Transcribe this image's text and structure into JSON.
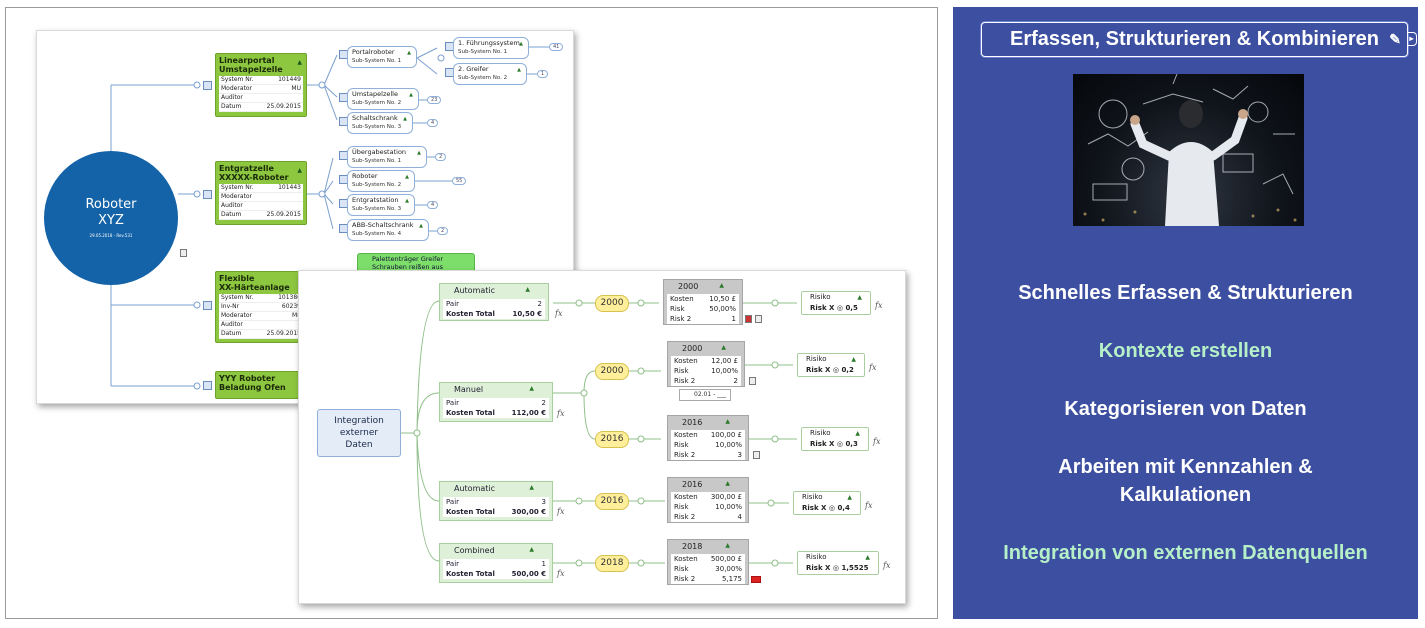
{
  "mindmap1": {
    "center": {
      "title_line1": "Roboter",
      "title_line2": "XYZ",
      "subtitle": "29.05.2018 - Rev.531"
    },
    "nodes": [
      {
        "title_line1": "Linearportal",
        "title_line2": "Umstapelzelle",
        "rows": [
          [
            "System Nr.",
            "101449"
          ],
          [
            "Moderator",
            "MU"
          ],
          [
            "Auditor",
            ""
          ],
          [
            "Datum",
            "25.09.2015"
          ]
        ]
      },
      {
        "title_line1": "Entgratzelle",
        "title_line2": "XXXXX-Roboter",
        "rows": [
          [
            "System Nr.",
            "101443"
          ],
          [
            "Moderator",
            ""
          ],
          [
            "Auditor",
            ""
          ],
          [
            "Datum",
            "25.09.2015"
          ]
        ]
      },
      {
        "title_line1": "Flexible",
        "title_line2": "XX-Härteanlage",
        "rows": [
          [
            "System Nr.",
            "101386"
          ],
          [
            "Inv-Nr",
            "60239"
          ],
          [
            "Moderator",
            "Mu"
          ],
          [
            "Auditor",
            ""
          ],
          [
            "Datum",
            "25.09.2015"
          ]
        ]
      },
      {
        "title_line1": "YYY Roboter",
        "title_line2": "Beladung Ofen",
        "rows": []
      }
    ],
    "subsystems": [
      {
        "name": "Portalroboter",
        "sub": "Sub-System No.  1"
      },
      {
        "name": "1. Führungssystem",
        "sub": "Sub-System No.  1"
      },
      {
        "name": "2. Greifer",
        "sub": "Sub-System No.  2"
      },
      {
        "name": "Umstapelzelle",
        "sub": "Sub-System No.  2"
      },
      {
        "name": "Schaltschrank",
        "sub": "Sub-System No.  3"
      },
      {
        "name": "Übergabestation",
        "sub": "Sub-System No.  1"
      },
      {
        "name": "Roboter",
        "sub": "Sub-System No.  2"
      },
      {
        "name": "Entgratstation",
        "sub": "Sub-System No.  3"
      },
      {
        "name": "ABB-Schaltschrank",
        "sub": "Sub-System No.  4"
      }
    ],
    "pills": [
      "41",
      "1",
      "23",
      "4",
      "2",
      "55",
      "4",
      "2"
    ],
    "note": {
      "line1": "Palettenträger Greifer",
      "line2": "Schrauben reißen aus"
    }
  },
  "mindmap2": {
    "center": {
      "line1": "Integration",
      "line2": "externer",
      "line3": "Daten"
    },
    "groups": [
      {
        "name": "Automatic",
        "pair": "2",
        "total": "10,50 €"
      },
      {
        "name": "Manuel",
        "pair": "2",
        "total": "112,00 €"
      },
      {
        "name": "Automatic",
        "pair": "3",
        "total": "300,00 €"
      },
      {
        "name": "Combined",
        "pair": "1",
        "total": "500,00 €"
      }
    ],
    "years": [
      "2000",
      "2000",
      "2016",
      "2016",
      "2018"
    ],
    "cards": [
      {
        "year": "2000",
        "kosten": "10,50 £",
        "risk": "50,00%",
        "risk2": "1"
      },
      {
        "year": "2000",
        "kosten": "12,00 £",
        "risk": "10,00%",
        "risk2": "2"
      },
      {
        "year": "2016",
        "kosten": "100,00 £",
        "risk": "10,00%",
        "risk2": "3"
      },
      {
        "year": "2016",
        "kosten": "300,00 £",
        "risk": "10,00%",
        "risk2": "4"
      },
      {
        "year": "2018",
        "kosten": "500,00 £",
        "risk": "30,00%",
        "risk2": "5,175"
      }
    ],
    "risks": [
      "0,5",
      "0,2",
      "0,3",
      "0,4",
      "1,5525"
    ],
    "labels": {
      "pair": "Pair",
      "total": "Kosten Total",
      "kosten": "Kosten",
      "risk": "Risk",
      "risk2": "Risk 2",
      "risiko": "Risiko",
      "riskx": "Risk X",
      "fx": "fx"
    },
    "date_field": "02.01 -  ___"
  },
  "panel": {
    "header": "Erfassen, Strukturieren & Kombinieren",
    "items": [
      {
        "text": "Schnelles Erfassen & Strukturieren",
        "color": "#ffffff"
      },
      {
        "text": "Kontexte erstellen",
        "color": "#b6f0c8"
      },
      {
        "text": "Kategorisieren von Daten",
        "color": "#ffffff"
      },
      {
        "text": "Arbeiten mit Kennzahlen &",
        "color": "#ffffff"
      },
      {
        "text": "Kalkulationen",
        "color": "#ffffff"
      },
      {
        "text": "Integration von externen Datenquellen",
        "color": "#b6f0c8"
      }
    ],
    "colors": {
      "background": "#3d4fa0",
      "accent": "#b6f0c8"
    }
  }
}
